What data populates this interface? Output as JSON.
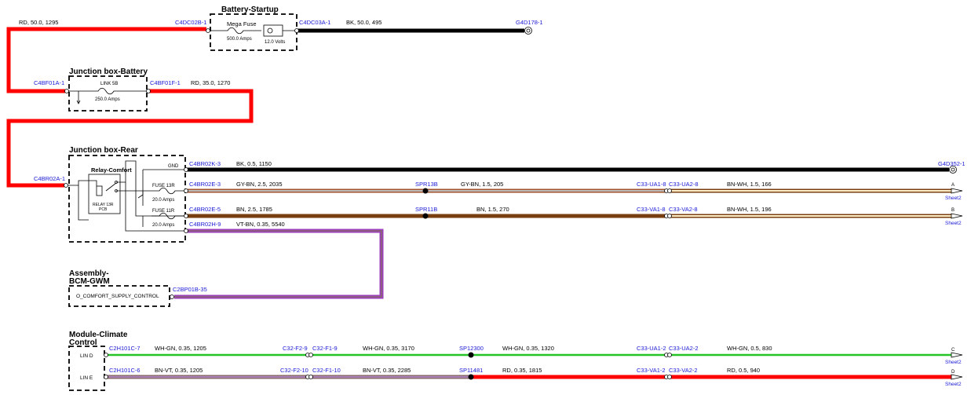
{
  "blocks": {
    "battery_startup": "Battery-Startup",
    "jb_battery": "Junction box-Battery",
    "jb_rear": "Junction box-Rear",
    "assembly_1": "Assembly-",
    "assembly_2": "BCM-GWM",
    "climate_1": "Module-Climate",
    "climate_2": "Control"
  },
  "components": {
    "mega_fuse": "Mega Fuse",
    "mega_fuse_amps": "500.0 Amps",
    "volts": "12.0 Volts",
    "link": "LINK 5B",
    "link_amps": "250.0 Amps",
    "relay": "Relay-Comfort",
    "relay_label_1": "RELAY 13R",
    "relay_label_2": "PCB",
    "fuse13": "FUSE 13R",
    "fuse13_amps": "20.0 Amps",
    "fuse11": "FUSE 11R",
    "fuse11_amps": "20.0 Amps",
    "gnd": "GND",
    "comfort_supply": "O_COMFORT_SUPPLY_CONTROL",
    "lin_d": "LIN D",
    "lin_e": "LIN E"
  },
  "connectors": {
    "c4dc02b": "C4DC02B-1",
    "c4dc03a": "C4DC03A-1",
    "g4d178": "G4D178-1",
    "c4bf01a": "C4BF01A-1",
    "c4bf01f": "C4BF01F-1",
    "c4br02a": "C4BR02A-1",
    "c4br02k": "C4BR02K-3",
    "g4d352": "G4D352-1",
    "c4br02e3": "C4BR02E-3",
    "spr13b": "SPR13B",
    "c33ua18": "C33-UA1-8",
    "c33ua28": "C33-UA2-8",
    "c4br02e5": "C4BR02E-5",
    "spr11b": "SPR11B",
    "c33va18": "C33-VA1-8",
    "c33va28": "C33-VA2-8",
    "c4br02h9": "C4BR02H-9",
    "c2bp01b": "C2BP01B-35",
    "c2h101c7": "C2H101C-7",
    "c32f29": "C32-F2-9",
    "c32f19": "C32-F1-9",
    "sp12300": "SP12300",
    "c33ua12": "C33-UA1-2",
    "c33ua22": "C33-UA2-2",
    "c2h101c6": "C2H101C-6",
    "c32f210": "C32-F2-10",
    "c32f110": "C32-F1-10",
    "sp11481": "SP11481",
    "c33va12": "C33-VA1-2",
    "c33va22": "C33-VA2-2"
  },
  "wires": {
    "w_rd_1295": "RD,  50.0,  1295",
    "w_bk_495": "BK,  50.0,  495",
    "w_rd_1270": "RD,  35.0,  1270",
    "w_bk_1150": "BK,  0.5,  1150",
    "w_gybn_2035": "GY-BN,  2.5,  2035",
    "w_gybn_205": "GY-BN,  1.5,  205",
    "w_bnwh_166": "BN-WH,  1.5,  166",
    "w_bn_1785": "BN,  2.5,  1785",
    "w_bn_270": "BN,  1.5,  270",
    "w_bnwh_196": "BN-WH,  1.5,  196",
    "w_vtbn_5540": "VT-BN,  0.35,  5540",
    "w_whgn_1205": "WH-GN,  0.35,  1205",
    "w_whgn_3170": "WH-GN,  0.35,  3170",
    "w_whgn_1320": "WH-GN,  0.35,  1320",
    "w_whgn_830": "WH-GN,  0.5,  830",
    "w_bnvt_1205": "BN-VT,  0.35,  1205",
    "w_bnvt_2285": "BN-VT,  0.35,  2285",
    "w_rd_1815": "RD,  0.35,  1815",
    "w_rd_940": "RD,  0.5,  940"
  },
  "offpage": {
    "a": "A",
    "b": "B",
    "c": "C",
    "d": "D",
    "sheet": "Sheet2"
  },
  "colors": {
    "red": "#ff0000",
    "black": "#000000",
    "brown": "#7a3f10",
    "gray_brown_outer": "#a0522d",
    "gray_brown_inner": "#bdbdbd",
    "bn_wh_inner": "#fff2cc",
    "violet": "#9b3dbd",
    "violet_inner": "#8a6a6a",
    "green": "#27c427",
    "connector_text": "#1a1ad6"
  }
}
